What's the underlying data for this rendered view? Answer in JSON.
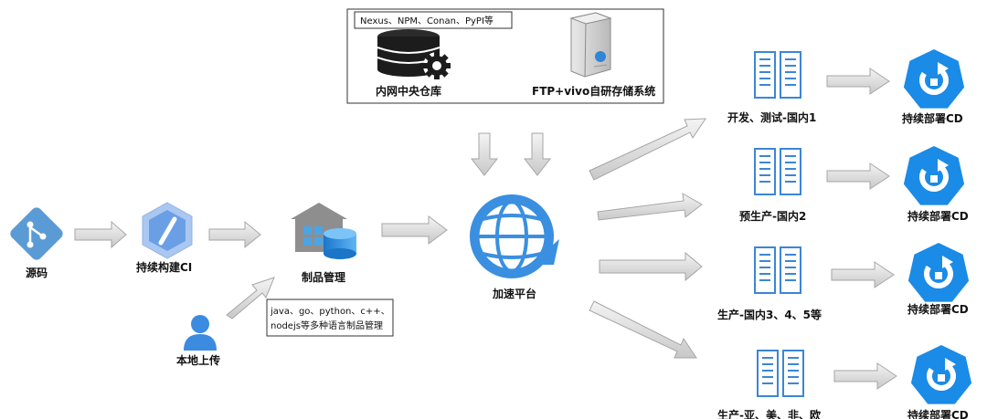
{
  "repo_box": {
    "tag": "Nexus、NPM、Conan、PyPI等",
    "central_repo": "内网中央仓库",
    "storage": "FTP+vivo自研存储系统"
  },
  "nodes": {
    "source": "源码",
    "ci": "持续构建CI",
    "artifact": "制品管理",
    "local_upload": "本地上传",
    "accelerate": "加速平台"
  },
  "artifact_note": {
    "line1": "java、go、python、c++、",
    "line2": "nodejs等多种语言制品管理"
  },
  "environments": [
    {
      "label": "开发、测试-国内1",
      "cd": "持续部署CD"
    },
    {
      "label": "预生产-国内2",
      "cd": "持续部署CD"
    },
    {
      "label": "生产-国内3、4、5等",
      "cd": "持续部署CD"
    },
    {
      "label": "生产-亚、美、非、欧",
      "cd": "持续部署CD"
    }
  ],
  "colors": {
    "git_orange": "#5b9bd5",
    "icon_blue": "#1a7fd6",
    "arrow_fill": "#d9d9d9",
    "arrow_stroke": "#a6a6a6",
    "db_dark": "#1f1f1f",
    "heptagon_blue": "#1a8be6"
  }
}
